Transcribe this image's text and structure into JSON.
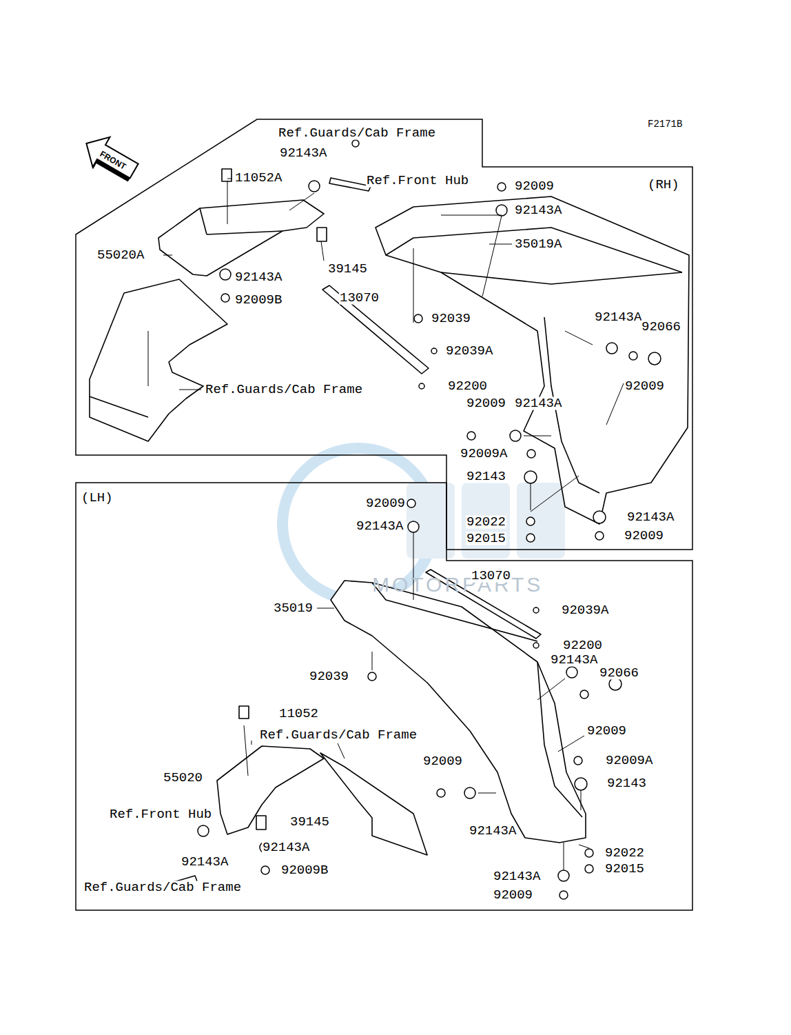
{
  "diagram": {
    "nodes": [
      {
        "text": [
          "(RH)"
        ]
      },
      {
        "text": [
          "(LH)"
        ]
      }
    ],
    "labels": [
      "F2171B",
      "FRONT",
      "Ref.Guards/Cab Frame",
      "92143A",
      "11052A",
      "Ref.Front Hub",
      "92009",
      "92143A",
      "35019A",
      "55020A",
      "39145",
      "92143A",
      "92009B",
      "13070",
      "92039",
      "92143A",
      "92066",
      "92039A",
      "92009",
      "Ref.Guards/Cab Frame",
      "92200",
      "92009",
      "92143A",
      "92009A",
      "92143",
      "92022",
      "92143A",
      "92015",
      "92009",
      "92009",
      "92143A",
      "13070",
      "35019",
      "92039A",
      "92200",
      "92039",
      "92143A",
      "92066",
      "11052",
      "Ref.Guards/Cab Frame",
      "92009",
      "92009",
      "92009A",
      "55020",
      "92143",
      "Ref.Front Hub",
      "39145",
      "92143A",
      "92143A",
      "92022",
      "92143A",
      "92015",
      "92009B",
      "92143A",
      "Ref.Guards/Cab Frame",
      "92009",
      "MOTORPARTS"
    ]
  }
}
